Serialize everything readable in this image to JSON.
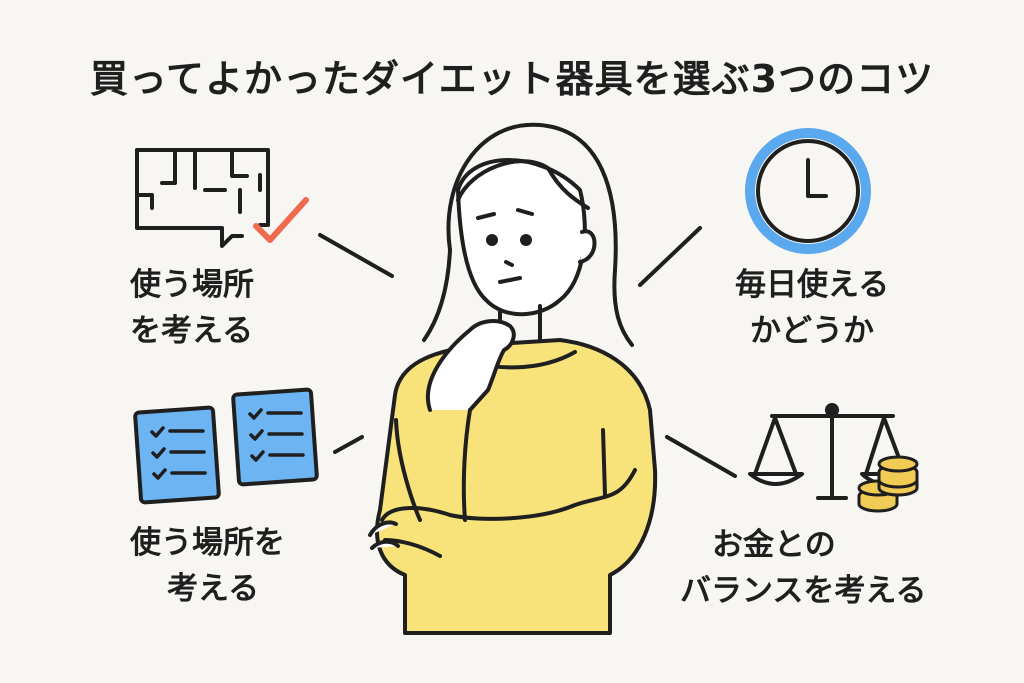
{
  "title": "買ってよかったダイエット器具を選ぶ3つのコツ",
  "tips": {
    "top_left": {
      "line1": "使う場所",
      "line2": "を考える",
      "icon": "floor-plan-check-icon"
    },
    "top_right": {
      "line1": "毎日使える",
      "line2": "かどうか",
      "icon": "clock-icon"
    },
    "bottom_left": {
      "line1": "使う場所を",
      "line2": "考える",
      "icon": "checklist-icon"
    },
    "bottom_right": {
      "line1": "お金との",
      "line2": "バランスを考える",
      "icon": "scale-coins-icon"
    }
  },
  "colors": {
    "accent_orange": "#f06a4e",
    "clock_blue": "#5aa8ee",
    "checklist_blue": "#6cb4f2",
    "sweater_yellow": "#f8e27a",
    "coin_gold": "#f1cc55",
    "background": "#f7f6f2"
  }
}
